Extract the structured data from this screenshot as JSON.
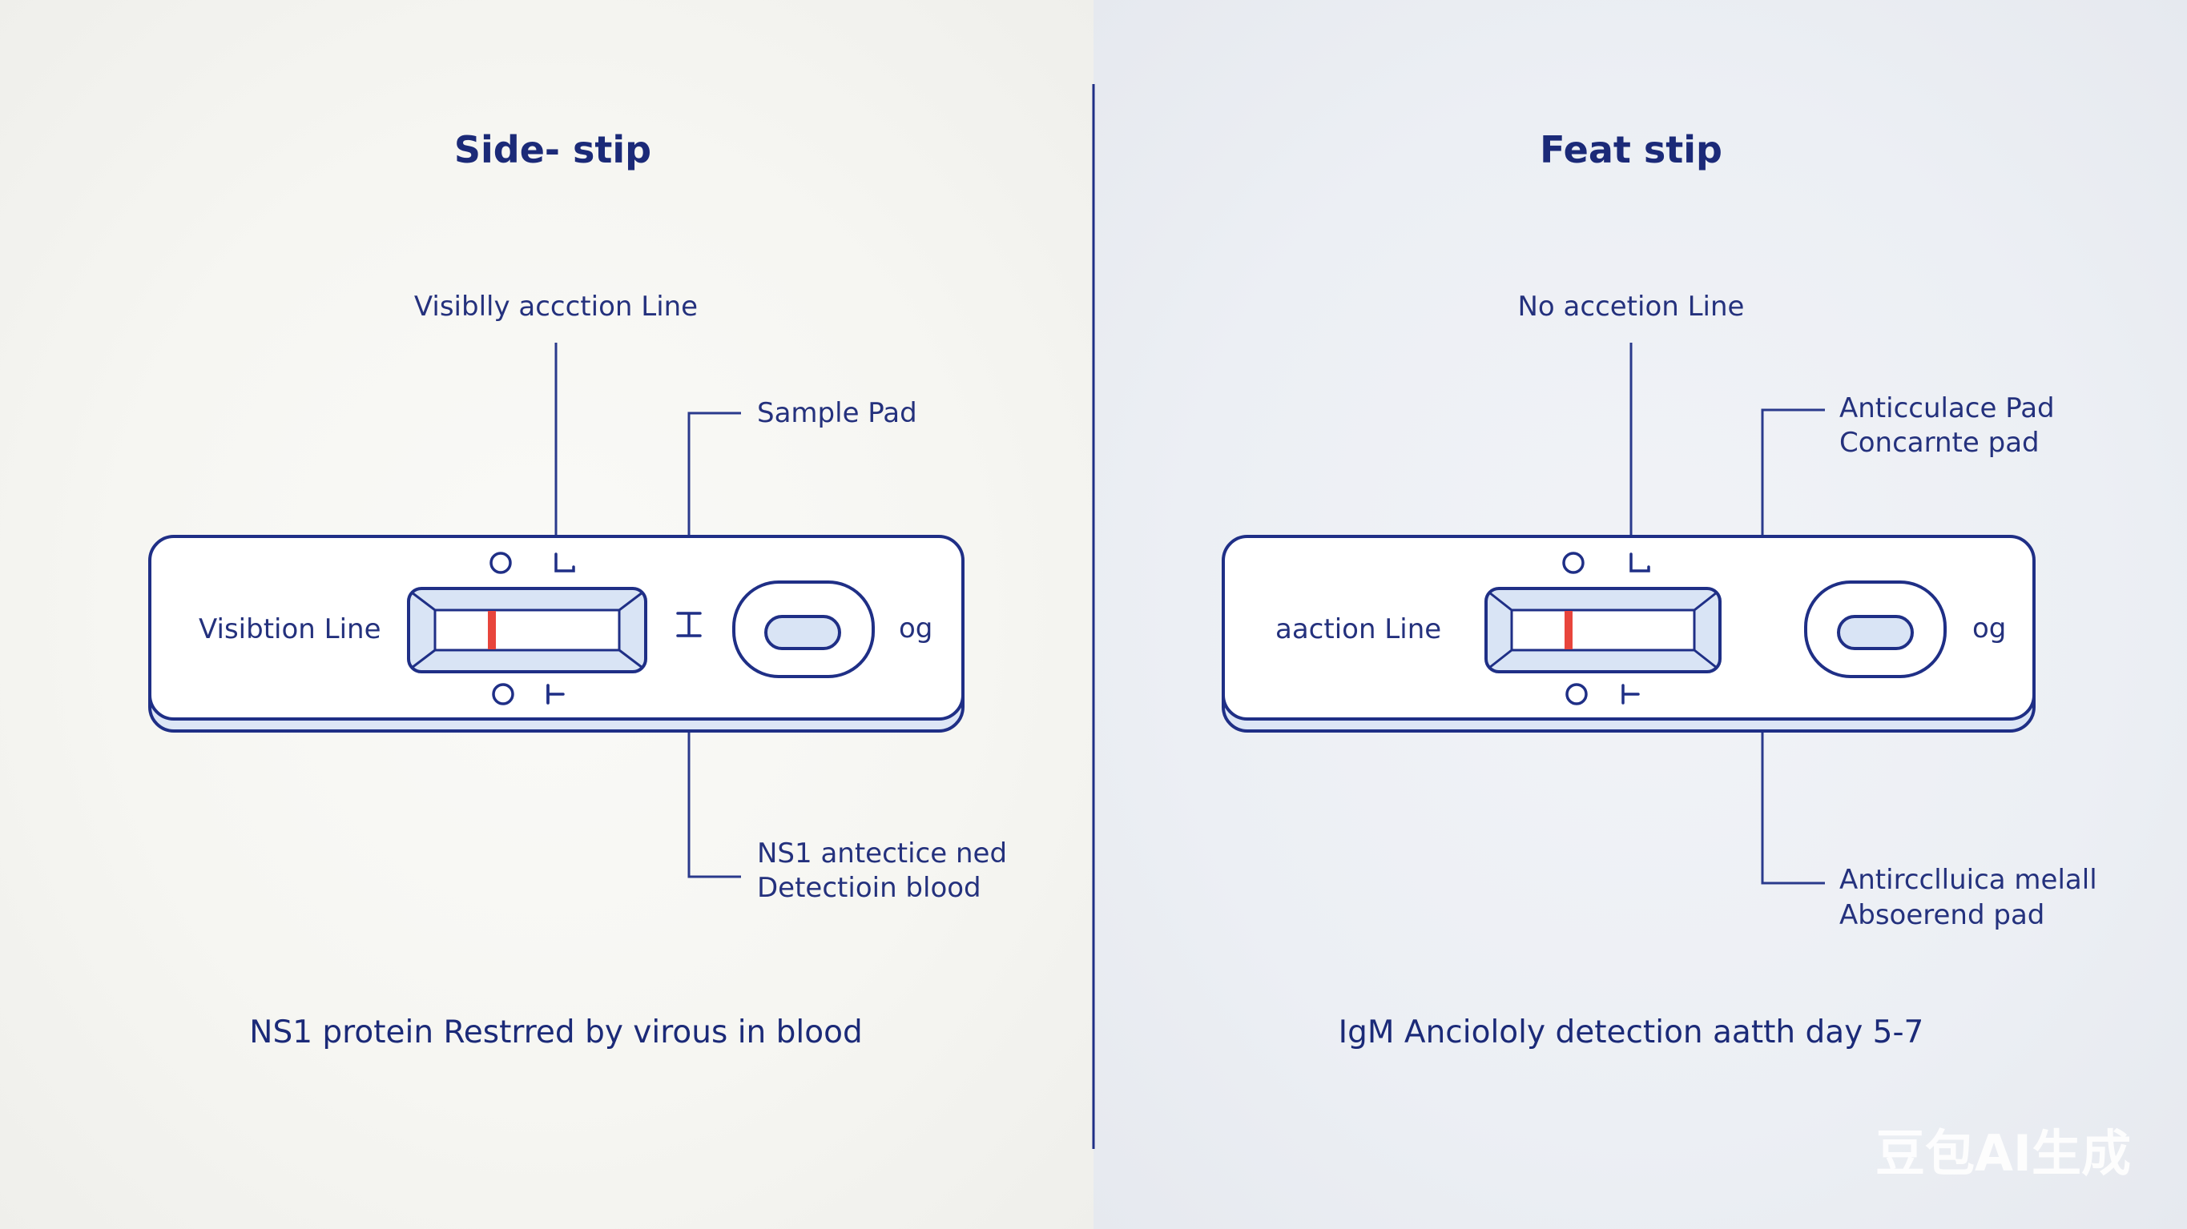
{
  "left_panel": {
    "title": "Side- stip",
    "top_label": "Visiblly accction Line",
    "callout_upper": "Sample Pad",
    "callout_lower_1": "NS1 antectice ned",
    "callout_lower_2": "Detectioin blood",
    "strip_label": "Visibtion Line",
    "well_label": "og",
    "caption": "NS1 protein Restrred by virous in blood"
  },
  "right_panel": {
    "title": "Feat stip",
    "top_label": "No accetion Line",
    "callout_upper_1": "Anticculace Pad",
    "callout_upper_2": "Concarnte pad",
    "callout_lower_1": "Antircclluica melall",
    "callout_lower_2": "Absoerend pad",
    "strip_label": "aaction Line",
    "well_label": "og",
    "caption": "IgM Anciololy detection aatth day 5-7"
  },
  "watermark": "豆包AI生成",
  "colors": {
    "ink": "#1f2f86",
    "test_line": "#e8453c",
    "window_fill": "#d9e4f5"
  }
}
